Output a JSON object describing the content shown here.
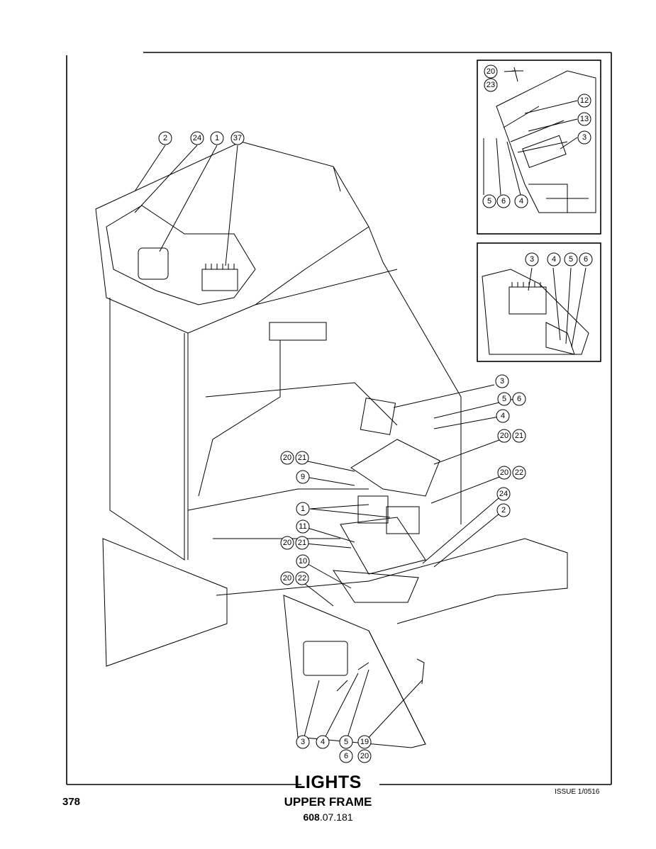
{
  "page": {
    "page_number": "378",
    "title": "LIGHTS",
    "subtitle": "UPPER FRAME",
    "code_bold": "608",
    "code_rest": ".07.181",
    "issue": "ISSUE 1/0516"
  },
  "callouts": {
    "main_top": [
      "2",
      "24",
      "1",
      "37"
    ],
    "inset_top": [
      "20",
      "23",
      "12",
      "13",
      "3",
      "5",
      "6",
      "4"
    ],
    "inset_mid": [
      "3",
      "4",
      "5",
      "6"
    ],
    "center": [
      "3",
      "5",
      "6",
      "4",
      "20",
      "21",
      "20",
      "21",
      "9",
      "20",
      "22",
      "1",
      "24",
      "11",
      "2",
      "20",
      "21",
      "10",
      "20",
      "22"
    ],
    "bottom": [
      "3",
      "4",
      "5",
      "6",
      "19",
      "20"
    ]
  }
}
